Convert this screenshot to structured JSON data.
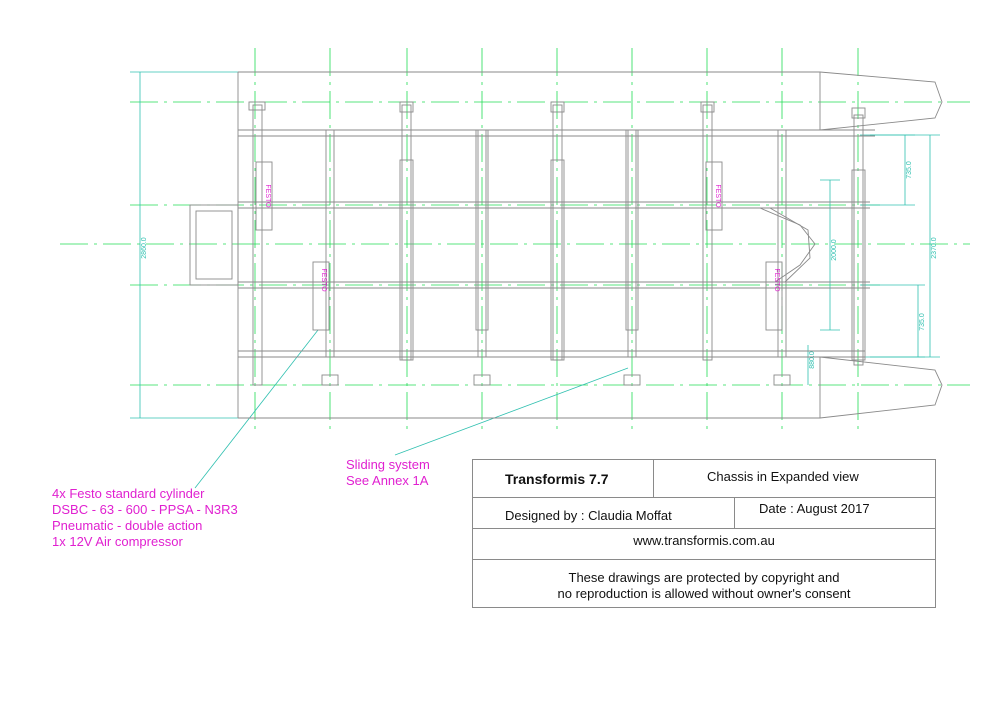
{
  "colors": {
    "outline": "#8a8a8a",
    "centerline": "#22dd55",
    "dimension": "#30c0b0",
    "annotation": "#e020d0"
  },
  "cylinder_label": "FESTO",
  "dimensions": {
    "overall_width": "2860.0",
    "inner_width": "2370.0",
    "center_span": "2000.0",
    "upper_offset": "735.0",
    "lower_offset": "735.0",
    "edge_offset": "880.0"
  },
  "annotations": {
    "sliding": [
      "Sliding system",
      "See Annex 1A"
    ],
    "cylinders": [
      "4x Festo standard cylinder",
      "DSBC - 63 - 600 - PPSA - N3R3",
      "Pneumatic - double action",
      "1x 12V Air compressor"
    ]
  },
  "title_block": {
    "project": "Transformis 7.7",
    "view": "Chassis in Expanded view",
    "designer": "Designed by : Claudia Moffat",
    "date": "Date : August 2017",
    "website": "www.transformis.com.au",
    "copyright_line1": "These drawings are protected by copyright and",
    "copyright_line2": "no reproduction is allowed without owner's consent"
  }
}
